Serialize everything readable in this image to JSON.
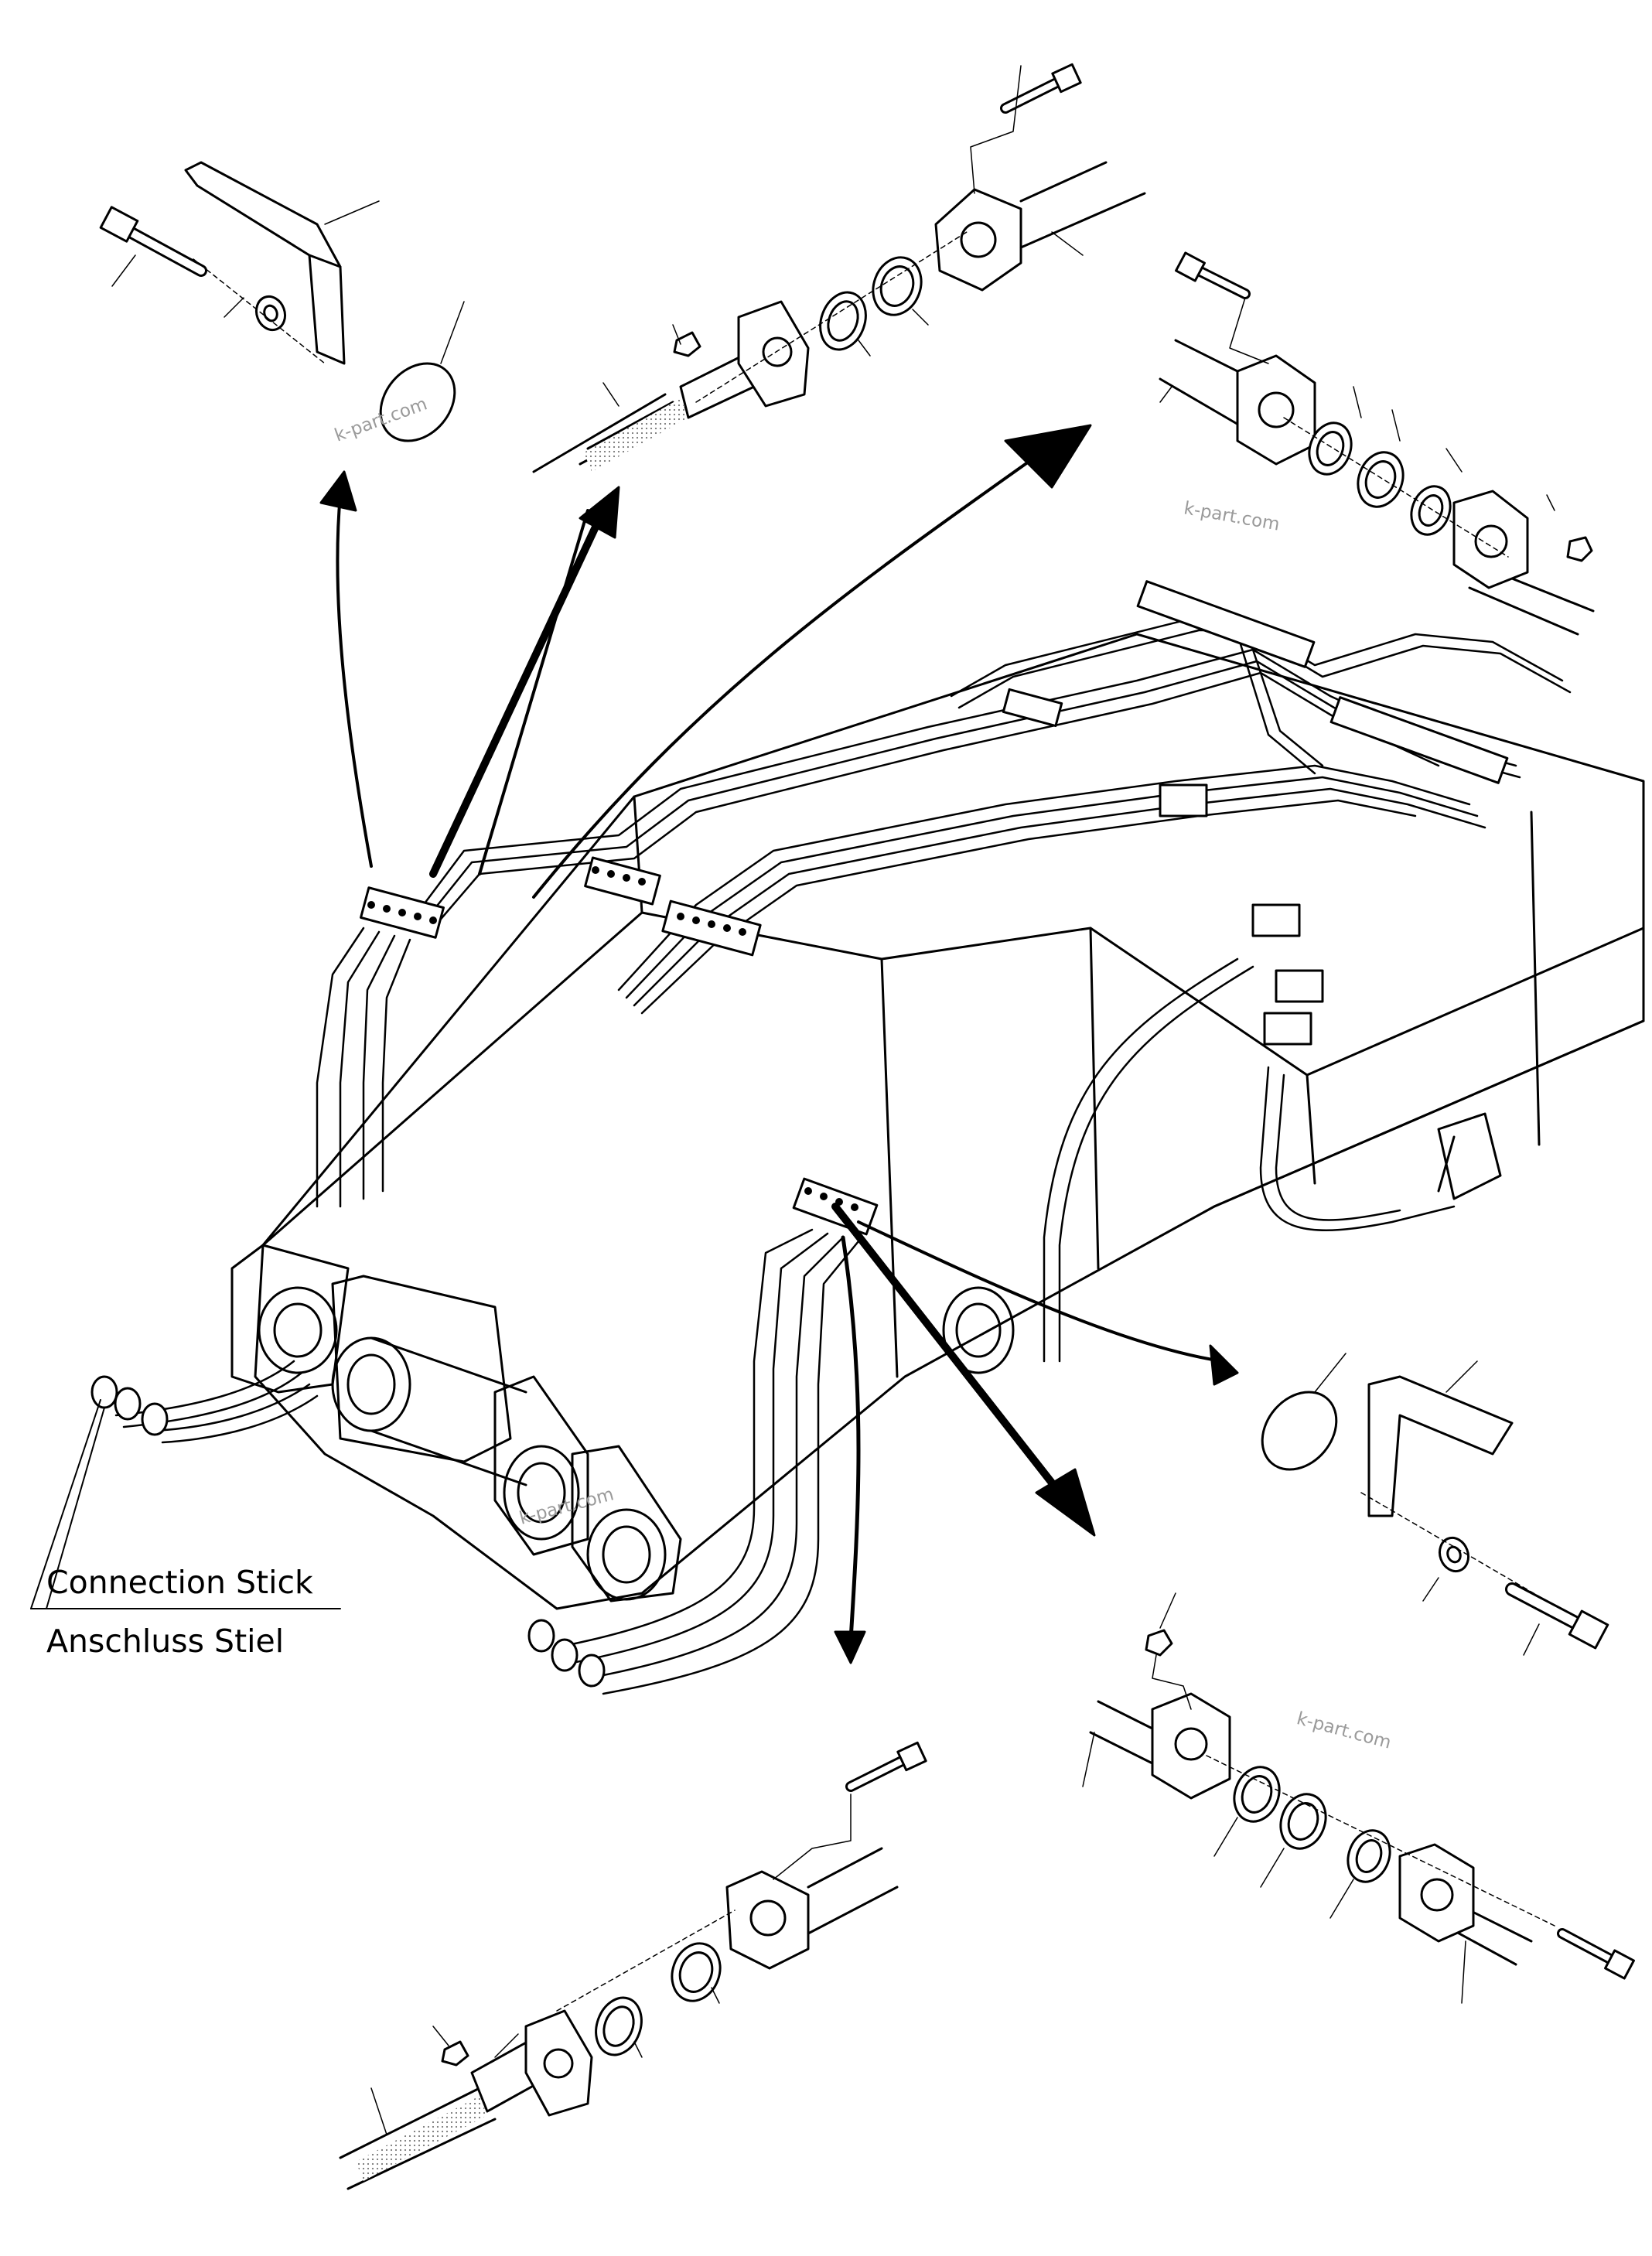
{
  "labels": {
    "connection_en": "Connection Stick",
    "connection_de": "Anschluss Stiel"
  },
  "watermarks": [
    "k-part.com",
    "k-part.com",
    "k-part.com",
    "k-part.com"
  ],
  "colors": {
    "line": "#000000",
    "background": "#ffffff",
    "watermark": "#9a9a9a"
  },
  "icons": [
    "bolt-icon",
    "washer-icon",
    "flange-icon",
    "o-ring-icon",
    "cover-plate-icon",
    "bracket-icon",
    "nut-icon",
    "hose-icon",
    "clamp-block-icon",
    "arrow-icon"
  ]
}
